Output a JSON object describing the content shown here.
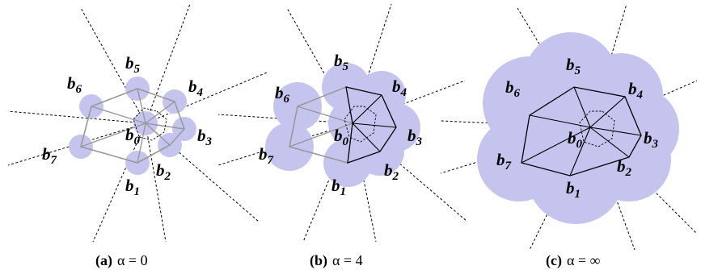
{
  "colors": {
    "disk_fill": "#c4c4ef",
    "gray_edge": "#999999",
    "black_edge": "#000000"
  },
  "panels": [
    {
      "id": "a",
      "caption_tag": "(a)",
      "caption_expr": "α = 0",
      "labels": [
        "b",
        "0",
        "b",
        "1",
        "b",
        "2",
        "b",
        "3",
        "b",
        "4",
        "b",
        "5",
        "b",
        "6",
        "b",
        "7"
      ]
    },
    {
      "id": "b",
      "caption_tag": "(b)",
      "caption_expr": "α = 4",
      "labels": [
        "b",
        "0",
        "b",
        "1",
        "b",
        "2",
        "b",
        "3",
        "b",
        "4",
        "b",
        "5",
        "b",
        "6",
        "b",
        "7"
      ]
    },
    {
      "id": "c",
      "caption_tag": "(c)",
      "caption_expr": "α = ∞",
      "labels": [
        "b",
        "0",
        "b",
        "1",
        "b",
        "2",
        "b",
        "3",
        "b",
        "4",
        "b",
        "5",
        "b",
        "6",
        "b",
        "7"
      ]
    }
  ]
}
